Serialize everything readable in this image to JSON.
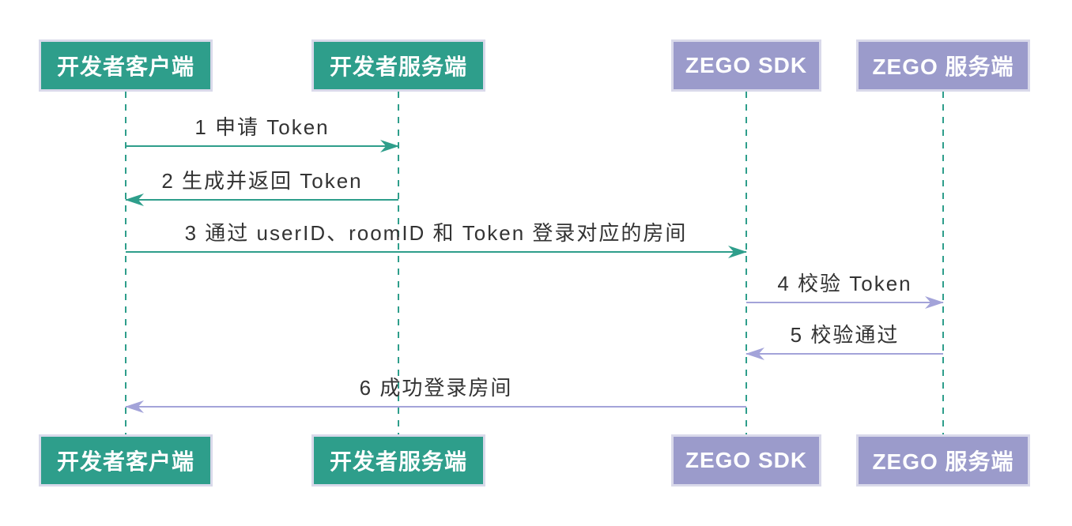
{
  "diagram": {
    "type": "sequence-diagram",
    "background": "#FFFFFF",
    "palette": {
      "developer_box_fill": "#2E9E8B",
      "zego_box_fill": "#9B9BCB",
      "box_border": "#D9D9EA",
      "box_text": "#FFFFFF",
      "lifeline": "#2E9E8B",
      "developer_arrow": "#2E9E8B",
      "zego_arrow": "#A3A3D9",
      "message_text": "#333333"
    },
    "actors": [
      {
        "id": "developer-client",
        "label": "开发者客户端",
        "fill": "#2E9E8B"
      },
      {
        "id": "developer-server",
        "label": "开发者服务端",
        "fill": "#2E9E8B"
      },
      {
        "id": "zego-sdk",
        "label": "ZEGO SDK",
        "fill": "#9B9BCB"
      },
      {
        "id": "zego-server",
        "label": "ZEGO 服务端",
        "fill": "#9B9BCB"
      }
    ],
    "messages": [
      {
        "seq": "1",
        "label": "1 申请 Token",
        "from": "developer-client",
        "to": "developer-server",
        "direction": "right",
        "color": "#2E9E8B"
      },
      {
        "seq": "2",
        "label": "2 生成并返回 Token",
        "from": "developer-server",
        "to": "developer-client",
        "direction": "left",
        "color": "#2E9E8B"
      },
      {
        "seq": "3",
        "label": "3 通过 userID、roomID 和 Token 登录对应的房间",
        "from": "developer-client",
        "to": "zego-sdk",
        "direction": "right",
        "color": "#2E9E8B"
      },
      {
        "seq": "4",
        "label": "4 校验 Token",
        "from": "zego-sdk",
        "to": "zego-server",
        "direction": "right",
        "color": "#A3A3D9"
      },
      {
        "seq": "5",
        "label": "5 校验通过",
        "from": "zego-server",
        "to": "zego-sdk",
        "direction": "left",
        "color": "#A3A3D9"
      },
      {
        "seq": "6",
        "label": "6 成功登录房间",
        "from": "zego-sdk",
        "to": "developer-client",
        "direction": "left",
        "color": "#A3A3D9"
      }
    ]
  }
}
